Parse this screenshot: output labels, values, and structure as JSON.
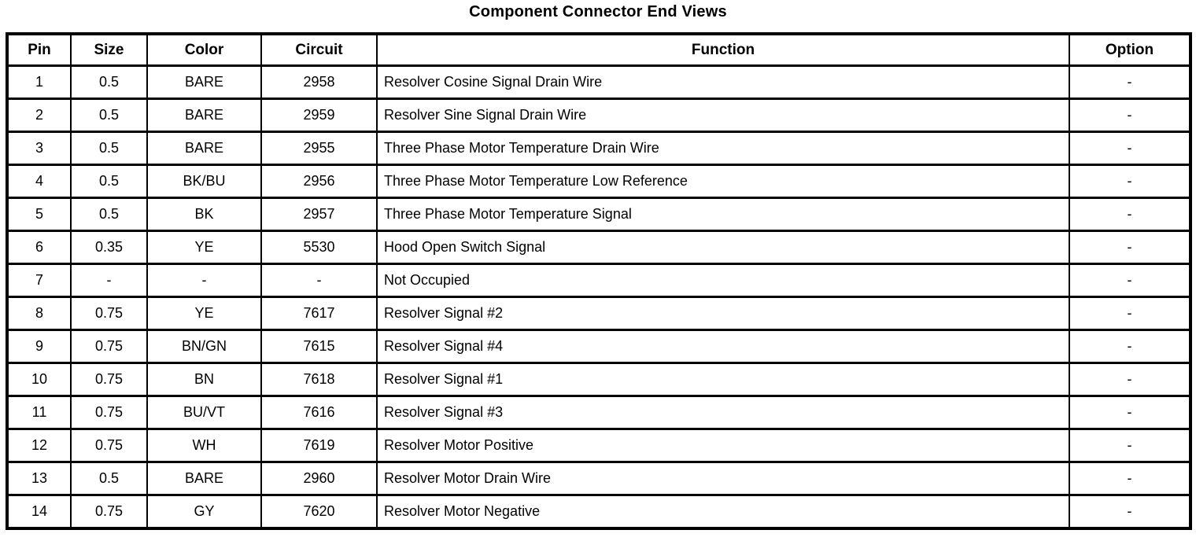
{
  "title": "Component Connector End Views",
  "table": {
    "columns": [
      "Pin",
      "Size",
      "Color",
      "Circuit",
      "Function",
      "Option"
    ],
    "rows": [
      [
        "1",
        "0.5",
        "BARE",
        "2958",
        "Resolver Cosine Signal Drain Wire",
        "-"
      ],
      [
        "2",
        "0.5",
        "BARE",
        "2959",
        "Resolver Sine Signal Drain Wire",
        "-"
      ],
      [
        "3",
        "0.5",
        "BARE",
        "2955",
        "Three Phase Motor Temperature Drain Wire",
        "-"
      ],
      [
        "4",
        "0.5",
        "BK/BU",
        "2956",
        "Three Phase Motor Temperature Low Reference",
        "-"
      ],
      [
        "5",
        "0.5",
        "BK",
        "2957",
        "Three Phase Motor Temperature Signal",
        "-"
      ],
      [
        "6",
        "0.35",
        "YE",
        "5530",
        "Hood Open Switch Signal",
        "-"
      ],
      [
        "7",
        "-",
        "-",
        "-",
        "Not Occupied",
        "-"
      ],
      [
        "8",
        "0.75",
        "YE",
        "7617",
        "Resolver Signal #2",
        "-"
      ],
      [
        "9",
        "0.75",
        "BN/GN",
        "7615",
        "Resolver Signal #4",
        "-"
      ],
      [
        "10",
        "0.75",
        "BN",
        "7618",
        "Resolver Signal #1",
        "-"
      ],
      [
        "11",
        "0.75",
        "BU/VT",
        "7616",
        "Resolver Signal #3",
        "-"
      ],
      [
        "12",
        "0.75",
        "WH",
        "7619",
        "Resolver Motor Positive",
        "-"
      ],
      [
        "13",
        "0.5",
        "BARE",
        "2960",
        "Resolver Motor Drain Wire",
        "-"
      ],
      [
        "14",
        "0.75",
        "GY",
        "7620",
        "Resolver Motor Negative",
        "-"
      ]
    ]
  },
  "colors": {
    "text": "#000000",
    "background": "#ffffff",
    "border": "#000000"
  }
}
